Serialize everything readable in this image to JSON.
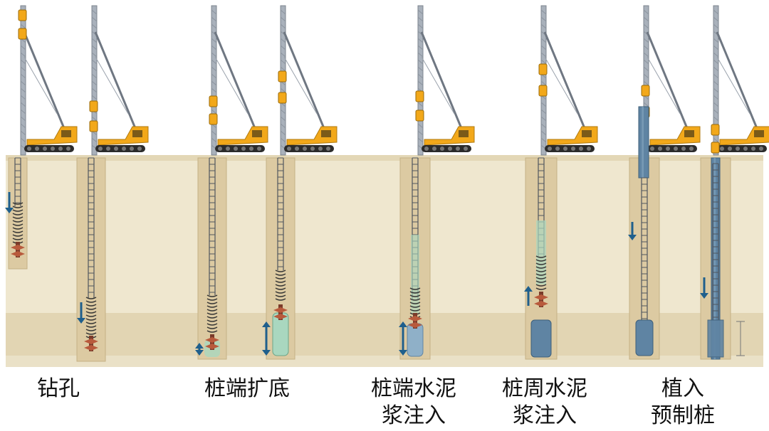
{
  "colors": {
    "soil": "#efe7cf",
    "soil_band": "#e7dcbf",
    "soil_deep": "#d8c8a3",
    "hole": "#dccaa2",
    "rig": "#f2a81a",
    "mast": "#a9b1bb",
    "arrow": "#1f5f8c",
    "grout": "#a9d7bf",
    "pile": "#5f84a3"
  },
  "icons": {
    "down_arrow": "arrow-down-icon",
    "up_arrow": "arrow-up-icon",
    "double_arrow": "double-arrow-icon",
    "drill_bit": "drill-bit-icon",
    "rig": "pile-driver-rig-icon"
  },
  "steps": [
    {
      "label_lines": [
        "钻孔"
      ]
    },
    {
      "label_lines": [
        "桩端扩底"
      ]
    },
    {
      "label_lines": [
        "桩端水泥",
        "浆注入"
      ]
    },
    {
      "label_lines": [
        "桩周水泥",
        "浆注入"
      ]
    },
    {
      "label_lines": [
        "植入",
        "预制桩"
      ]
    }
  ]
}
